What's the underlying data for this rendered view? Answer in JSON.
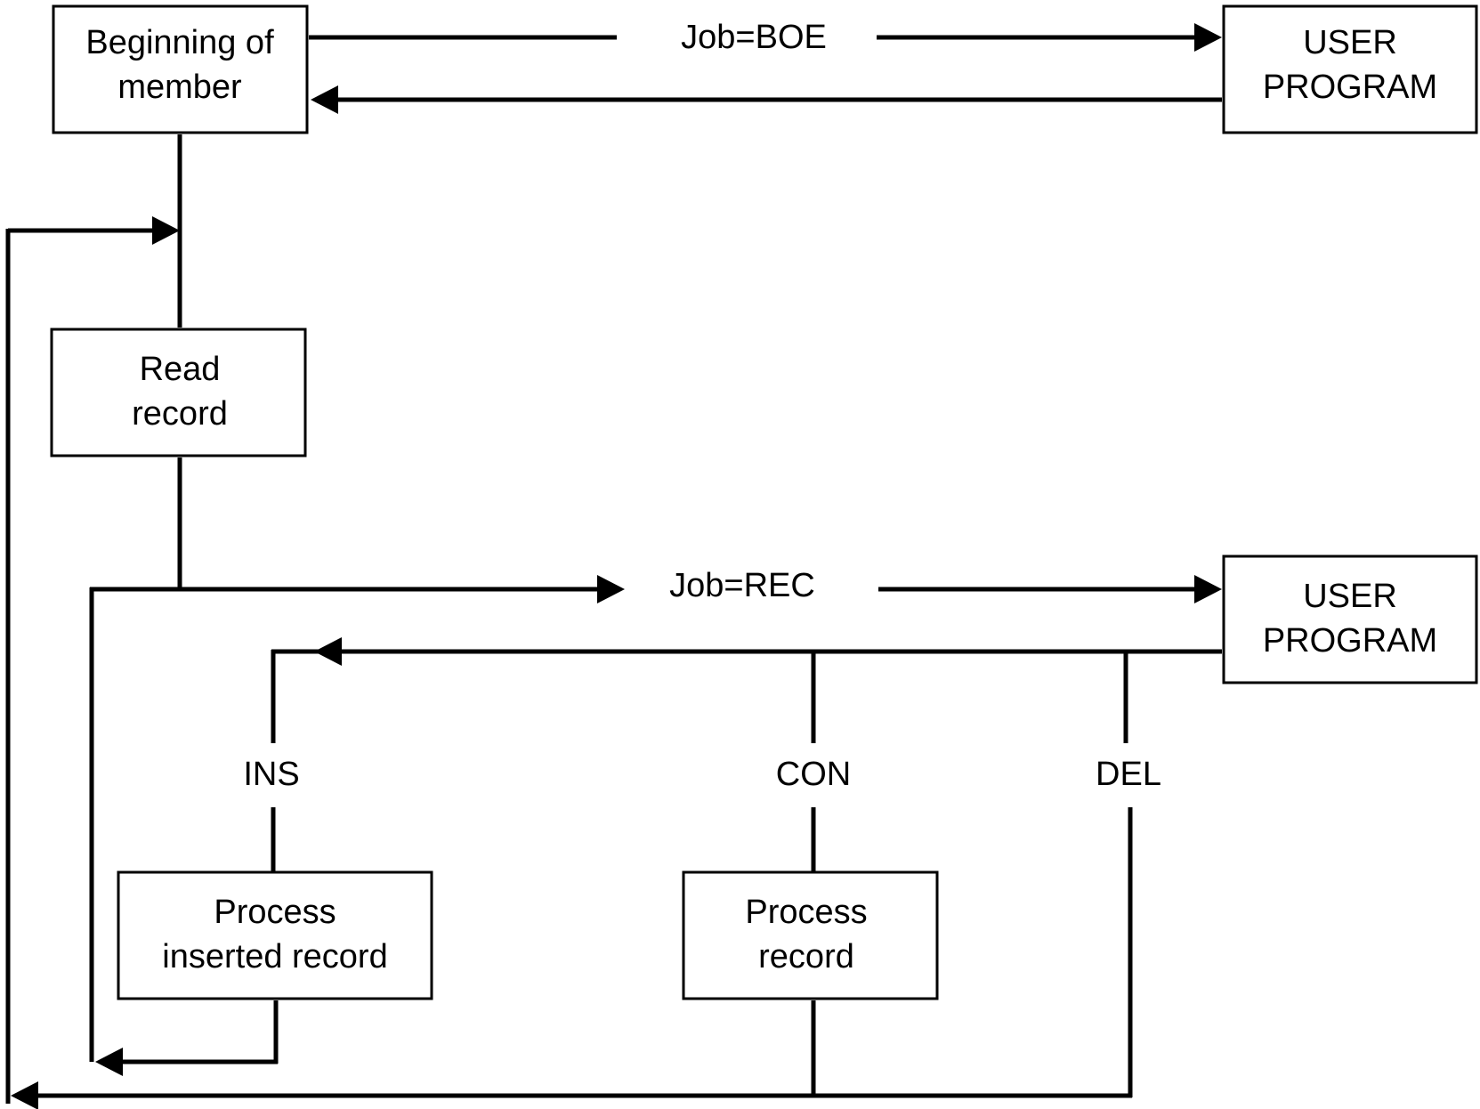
{
  "nodes": {
    "beginning_of_member": {
      "lines": [
        "Beginning of",
        "member"
      ]
    },
    "user_program_top": {
      "lines": [
        "USER",
        "PROGRAM"
      ]
    },
    "read_record": {
      "lines": [
        "Read",
        "record"
      ]
    },
    "user_program_bottom": {
      "lines": [
        "USER",
        "PROGRAM"
      ]
    },
    "process_inserted_record": {
      "lines": [
        "Process",
        "inserted record"
      ]
    },
    "process_record": {
      "lines": [
        "Process",
        "record"
      ]
    }
  },
  "edge_labels": {
    "job_boe": "Job=BOE",
    "job_rec": "Job=REC",
    "ins": "INS",
    "con": "CON",
    "del": "DEL"
  },
  "colors": {
    "stroke": "#000000",
    "background": "#ffffff"
  }
}
